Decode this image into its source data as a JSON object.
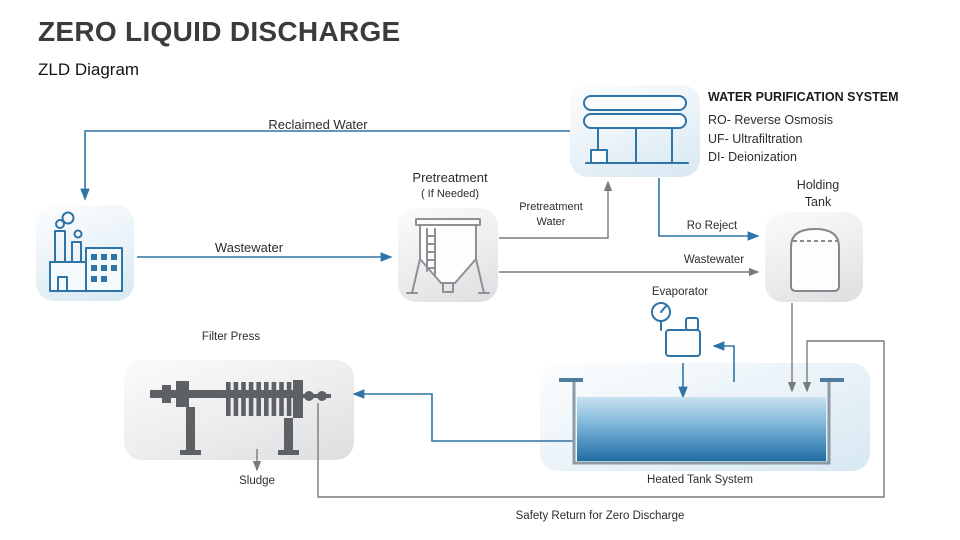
{
  "slide": {
    "title": "ZERO LIQUID DISCHARGE",
    "subtitle": "ZLD Diagram"
  },
  "purification": {
    "title": "WATER PURIFICATION SYSTEM",
    "lines": [
      "RO- Reverse Osmosis",
      "UF- Ultrafiltration",
      "DI- Deionization"
    ]
  },
  "labels": {
    "reclaimed_water": "Reclaimed Water",
    "wastewater_in": "Wastewater",
    "pretreatment": "Pretreatment",
    "pretreatment_note": "( If Needed)",
    "pretreatment_water": "Pretreatment Water",
    "ro_reject": "Ro Reject",
    "wastewater_to_tank": "Wastewater",
    "holding_tank": "Holding Tank",
    "evaporator": "Evaporator",
    "heated_tank": "Heated Tank System",
    "filter_press": "Filter Press",
    "sludge": "Sludge",
    "safety_return": "Safety Return for Zero Discharge"
  },
  "colors": {
    "accent_blue": "#2E74A6",
    "line_gray": "#7A7A7A",
    "press_dark": "#5D6166",
    "liquid_top": "#C7E0F0",
    "liquid_bottom": "#1F6DA3"
  }
}
